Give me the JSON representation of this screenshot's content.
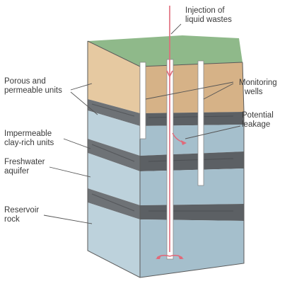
{
  "labels": {
    "injection": [
      "Injection of",
      "liquid wastes"
    ],
    "porous": [
      "Porous and",
      "permeable units"
    ],
    "monitoring": [
      "Monitoring",
      "wells"
    ],
    "potential": [
      "Potential",
      "leakage"
    ],
    "impermeable": [
      "Impermeable",
      "clay-rich units"
    ],
    "freshwater": [
      "Freshwater",
      "aquifer"
    ],
    "reservoir": [
      "Reservoir",
      "rock"
    ]
  },
  "colors": {
    "grass": "#8fb98a",
    "sand_front": "#e6c9a1",
    "sand_side": "#d6b287",
    "blue_front": "#bdd2dc",
    "blue_side": "#a5bfcc",
    "clay_front": "#6e7276",
    "clay_side": "#5c6064",
    "arrow": "#e06a7a",
    "leader": "#555555"
  }
}
